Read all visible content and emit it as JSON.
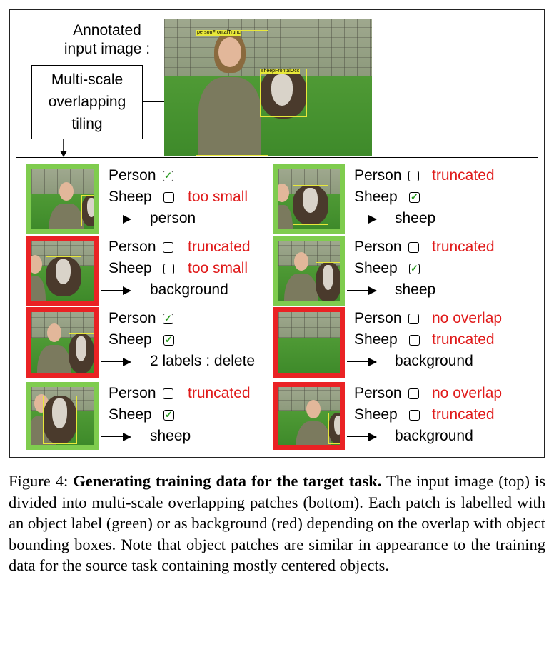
{
  "top": {
    "annotated_label": "Annotated input image :",
    "tiling_label": "Multi-scale overlapping tiling",
    "bbox_person": "personFrontalTrunc",
    "bbox_sheep": "sheepFrontalOcc"
  },
  "class_labels": {
    "person": "Person",
    "sheep": "Sheep"
  },
  "patches_left": [
    {
      "border": "green",
      "person_checked": true,
      "person_note": "",
      "sheep_checked": false,
      "sheep_note": "too small",
      "result": "person"
    },
    {
      "border": "red",
      "person_checked": false,
      "person_note": "truncated",
      "sheep_checked": false,
      "sheep_note": "too small",
      "result": "background"
    },
    {
      "border": "red",
      "person_checked": true,
      "person_note": "",
      "sheep_checked": true,
      "sheep_note": "",
      "result": "2 labels : delete"
    },
    {
      "border": "green",
      "person_checked": false,
      "person_note": "truncated",
      "sheep_checked": true,
      "sheep_note": "",
      "result": "sheep"
    }
  ],
  "patches_right": [
    {
      "border": "green",
      "person_checked": false,
      "person_note": "truncated",
      "sheep_checked": true,
      "sheep_note": "",
      "result": "sheep"
    },
    {
      "border": "green",
      "person_checked": false,
      "person_note": "truncated",
      "sheep_checked": true,
      "sheep_note": "",
      "result": "sheep"
    },
    {
      "border": "red",
      "person_checked": false,
      "person_note": "no overlap",
      "sheep_checked": false,
      "sheep_note": "truncated",
      "result": "background"
    },
    {
      "border": "red",
      "person_checked": false,
      "person_note": "no overlap",
      "sheep_checked": false,
      "sheep_note": "truncated",
      "result": "background"
    }
  ],
  "caption": {
    "figure_number": "Figure 4:",
    "title": "Generating training data for the target task.",
    "body": "The input image (top) is divided into multi-scale overlapping patches (bottom). Each patch is labelled with an object label (green) or as background (red) depending on the overlap with object bounding boxes. Note that object patches are similar in appearance to the training data for the source task containing mostly centered objects."
  },
  "colors": {
    "positive": "#7fcc4e",
    "negative": "#ea2224",
    "note_text": "#e01b1b",
    "bbox": "#e8e83a"
  }
}
